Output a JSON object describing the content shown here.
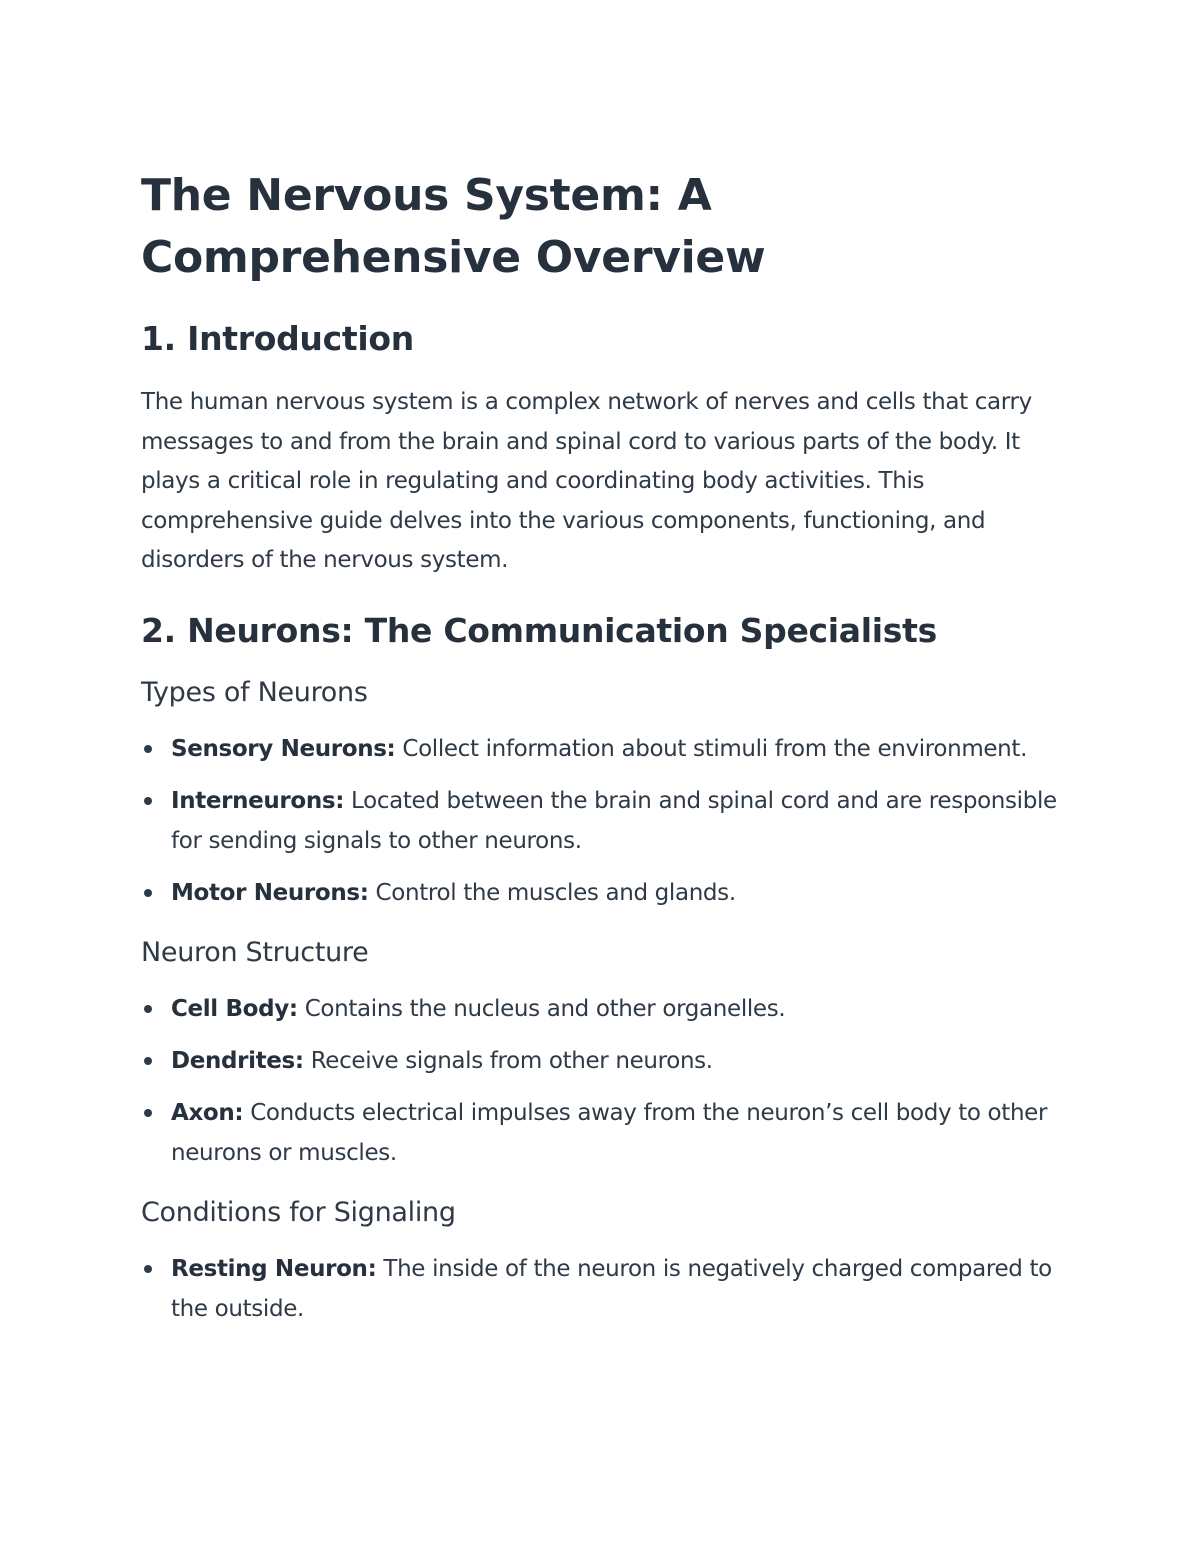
{
  "document": {
    "title": "The Nervous System: A Comprehensive Overview",
    "sections": [
      {
        "heading": "1. Introduction",
        "paragraph": "The human nervous system is a complex network of nerves and cells that carry messages to and from the brain and spinal cord to various parts of the body. It plays a critical role in regulating and coordinating body activities. This comprehensive guide delves into the various components, functioning, and disorders of the nervous system."
      },
      {
        "heading": "2. Neurons: The Communication Specialists",
        "subsections": [
          {
            "heading": "Types of Neurons",
            "items": [
              {
                "term": "Sensory Neurons:",
                "text": " Collect information about stimuli from the environment."
              },
              {
                "term": "Interneurons:",
                "text": " Located between the brain and spinal cord and are responsible for sending signals to other neurons."
              },
              {
                "term": "Motor Neurons:",
                "text": " Control the muscles and glands."
              }
            ]
          },
          {
            "heading": "Neuron Structure",
            "items": [
              {
                "term": "Cell Body:",
                "text": " Contains the nucleus and other organelles."
              },
              {
                "term": "Dendrites:",
                "text": " Receive signals from other neurons."
              },
              {
                "term": "Axon:",
                "text": " Conducts electrical impulses away from the neuron’s cell body to other neurons or muscles."
              }
            ]
          },
          {
            "heading": "Conditions for Signaling",
            "items": [
              {
                "term": "Resting Neuron:",
                "text": " The inside of the neuron is negatively charged compared to the outside."
              }
            ]
          }
        ]
      }
    ]
  },
  "colors": {
    "text": "#2f3a47",
    "heading": "#27313d",
    "background": "#ffffff"
  }
}
